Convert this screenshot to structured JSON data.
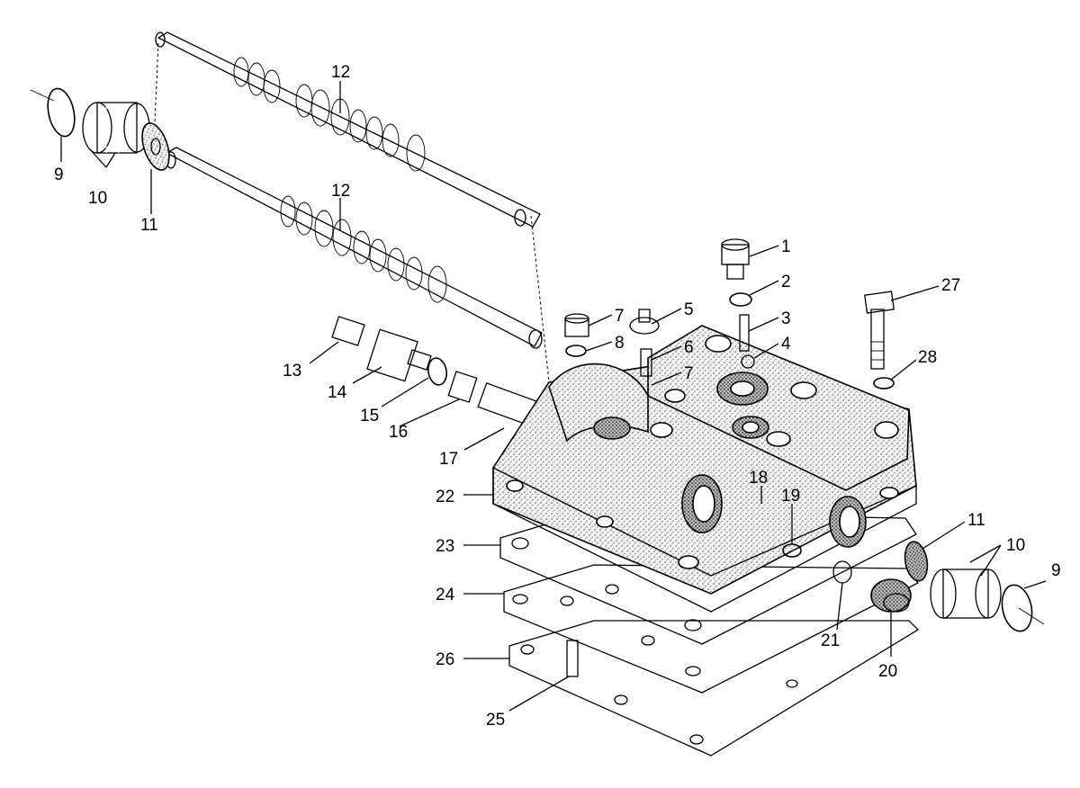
{
  "diagram": {
    "callouts": [
      "1",
      "2",
      "3",
      "4",
      "5",
      "6",
      "7",
      "7",
      "8",
      "9",
      "9",
      "10",
      "10",
      "11",
      "11",
      "12",
      "12",
      "13",
      "14",
      "15",
      "16",
      "17",
      "18",
      "19",
      "20",
      "21",
      "22",
      "23",
      "24",
      "25",
      "26",
      "27",
      "28"
    ]
  }
}
